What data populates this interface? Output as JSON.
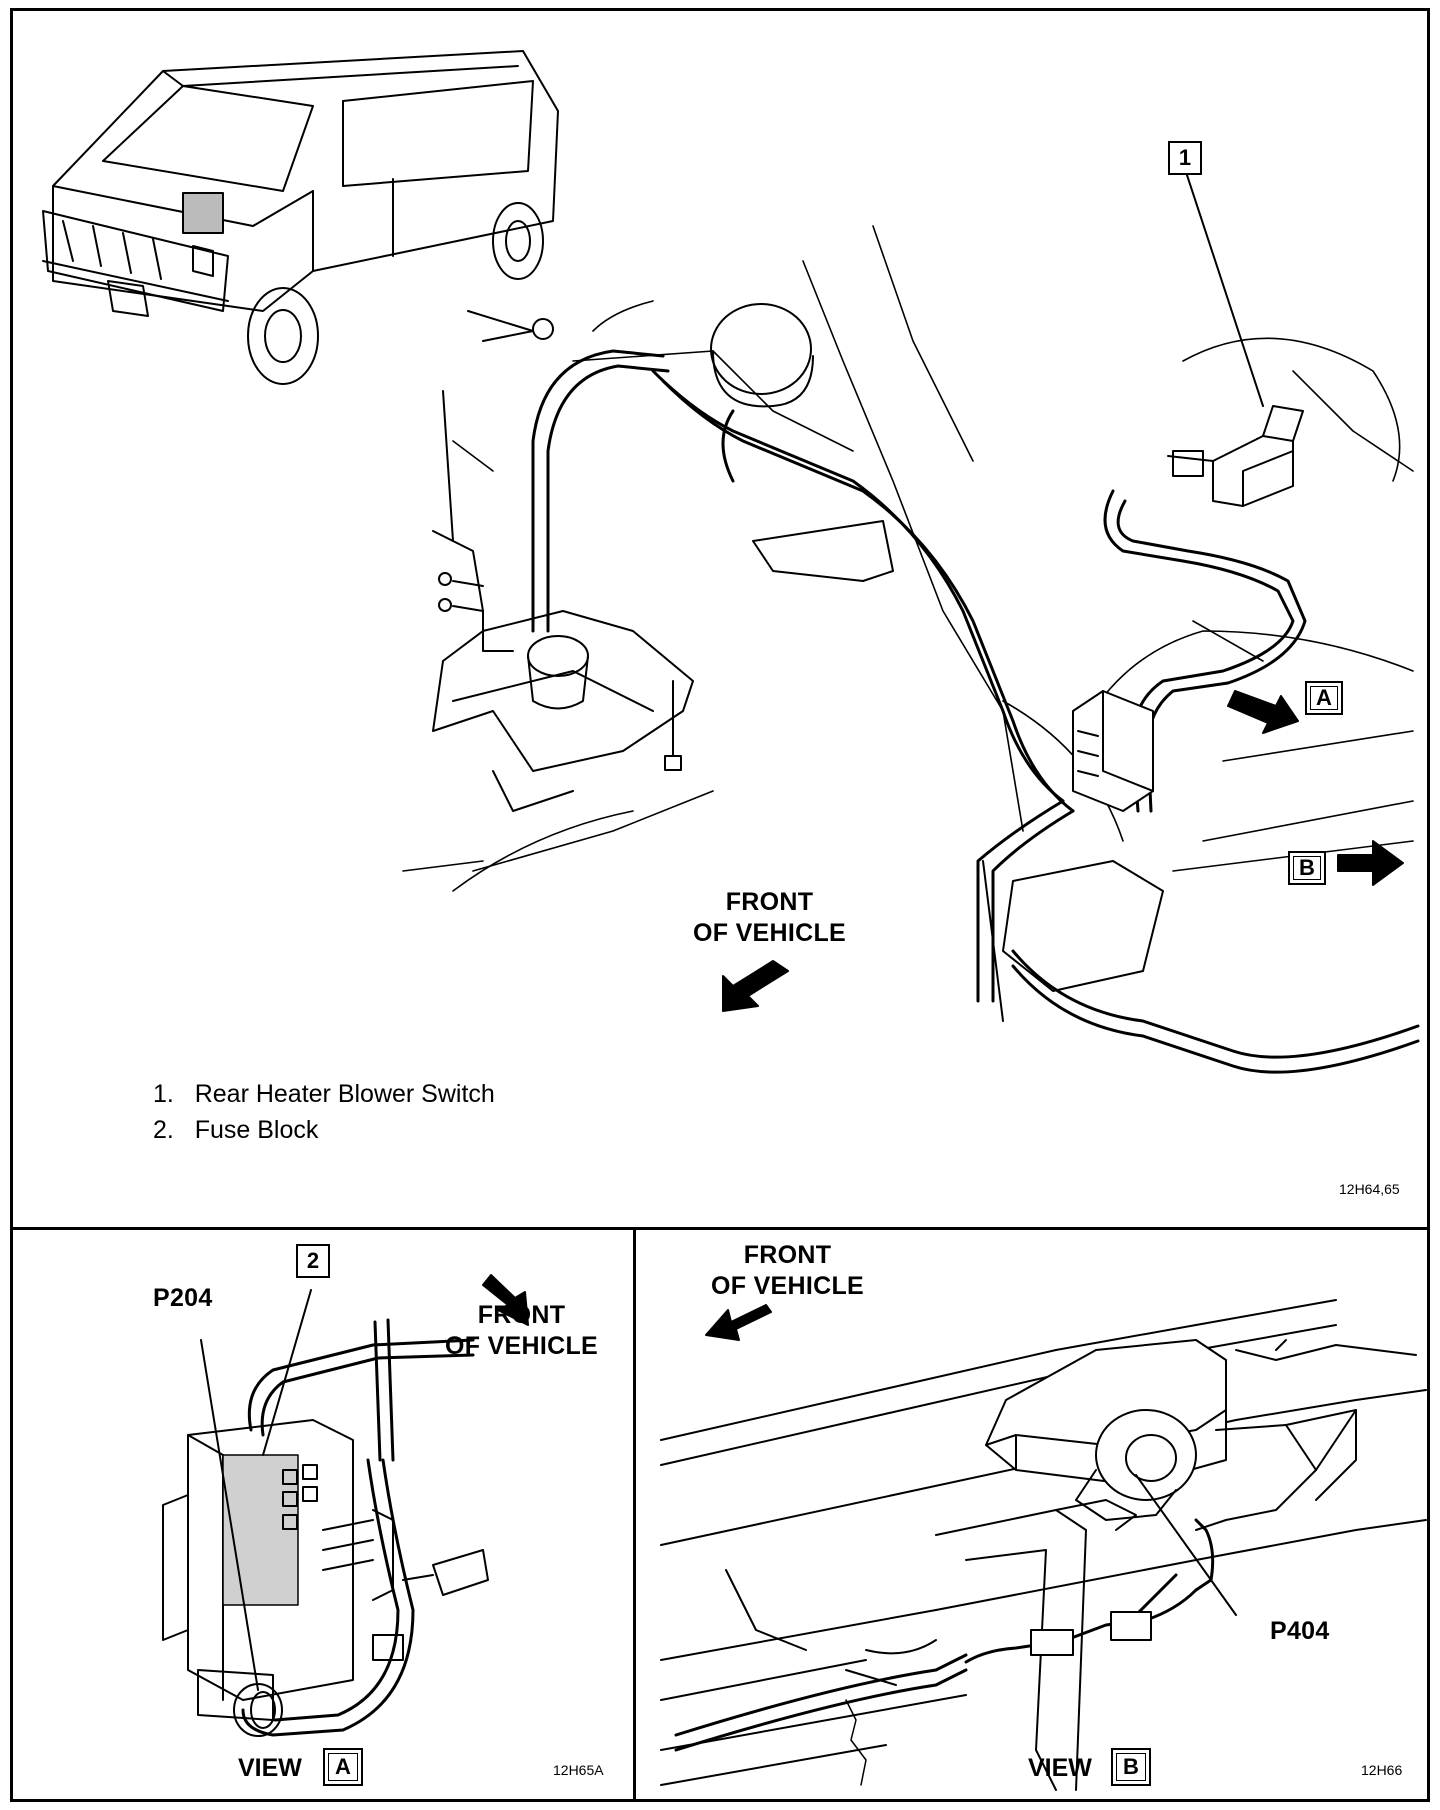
{
  "main_panel": {
    "callout_1": "1",
    "view_a_marker": "A",
    "view_b_marker": "B",
    "front_label_line1": "FRONT",
    "front_label_line2": "OF VEHICLE",
    "legend": [
      {
        "num": "1.",
        "text": "Rear Heater Blower Switch"
      },
      {
        "num": "2.",
        "text": "Fuse Block"
      }
    ],
    "figure_code": "12H64,65"
  },
  "view_a": {
    "callout_2": "2",
    "connector": "P204",
    "front_label_line1": "FRONT",
    "front_label_line2": "OF VEHICLE",
    "view_word": "VIEW",
    "view_letter": "A",
    "figure_code": "12H65A"
  },
  "view_b": {
    "connector": "P404",
    "front_label_line1": "FRONT",
    "front_label_line2": "OF VEHICLE",
    "view_word": "VIEW",
    "view_letter": "B",
    "figure_code": "12H66"
  }
}
